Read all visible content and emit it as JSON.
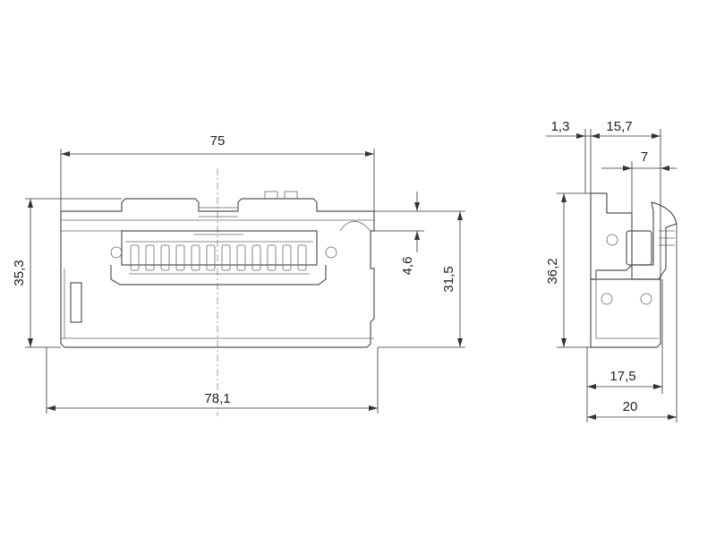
{
  "front_view": {
    "overall_width": "75",
    "base_width": "78,1",
    "overall_height": "35,3",
    "body_height": "31,5",
    "step_height": "4,6"
  },
  "side_view": {
    "offset": "1,3",
    "top_depth": "15,7",
    "latch_depth": "7",
    "height": "36,2",
    "mid_depth": "17,5",
    "total_depth": "20"
  }
}
